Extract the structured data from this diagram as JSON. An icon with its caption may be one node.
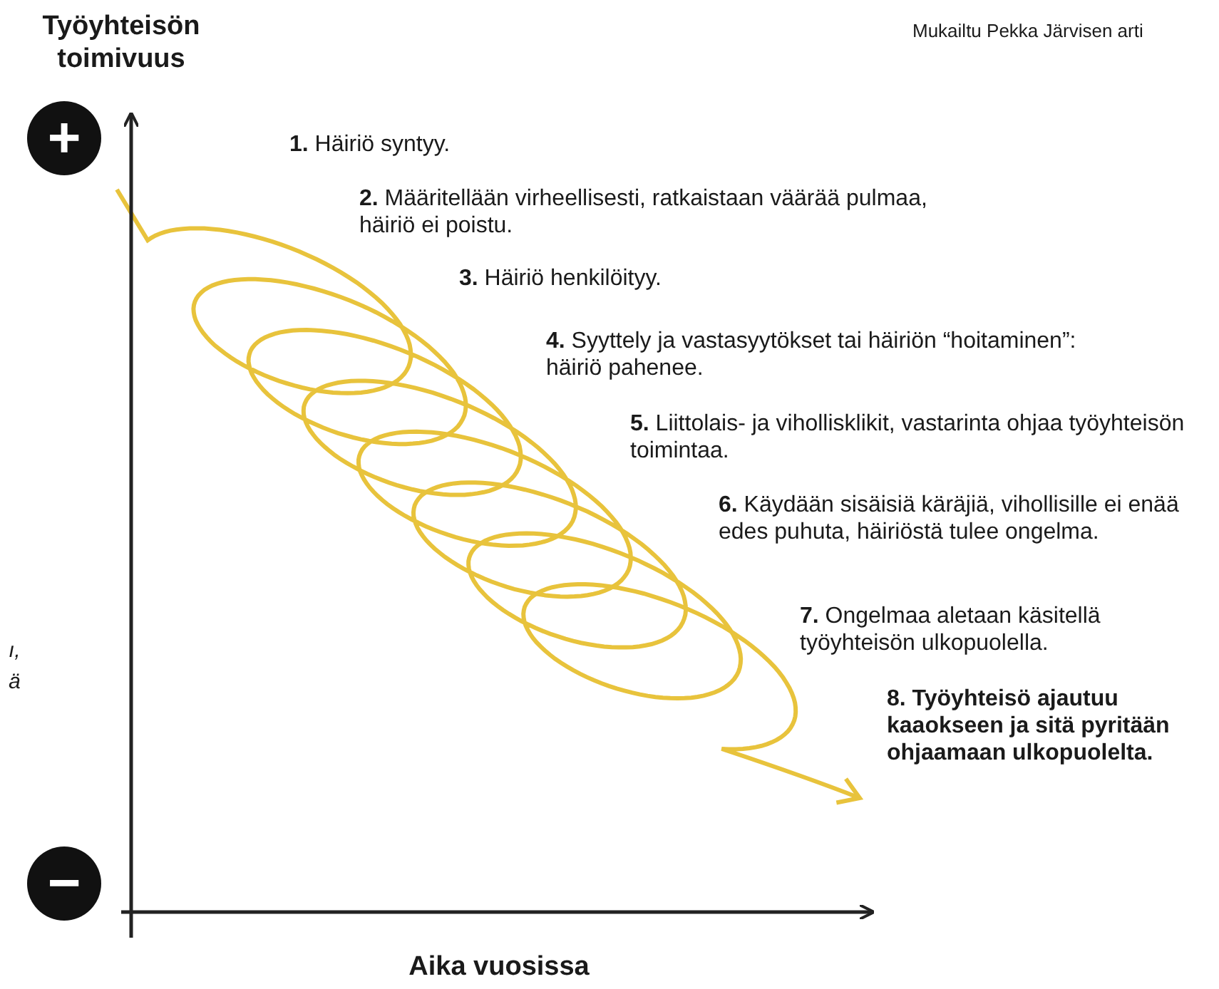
{
  "diagram": {
    "labels": [
      "Työyhteisön toimivuus",
      "Mukailtu Pekka Järvisen arti",
      "+",
      "**1.** Häiriö syntyy.",
      "**2.** Määritellään virheellisesti, ratkaistaan väärää pulmaa, häiriö ei poistu.",
      "**3.** Häiriö henkilöityy.",
      "**4.** Syyttely ja vastasyytökset tai häiriön “hoitaminen”: häiriö pahenee.",
      "**5.** Liittolais- ja vihollisklikit, vastarinta ohjaa työyhteisön toimintaa.",
      "**6.** Käydään sisäisiä käräjiä, vihollisille ei enää edes puhuta, häiriöstä tulee ongelma.",
      "**7.** Ongelmaa aletaan käsitellä työyhteisön ulkopuolella.",
      "8. Työyhteisö ajautuu kaaokseen ja sitä pyritään ohjaamaan ulkopuolelta.",
      "ı,",
      "ä",
      "−",
      "Aika vuosissa"
    ]
  }
}
